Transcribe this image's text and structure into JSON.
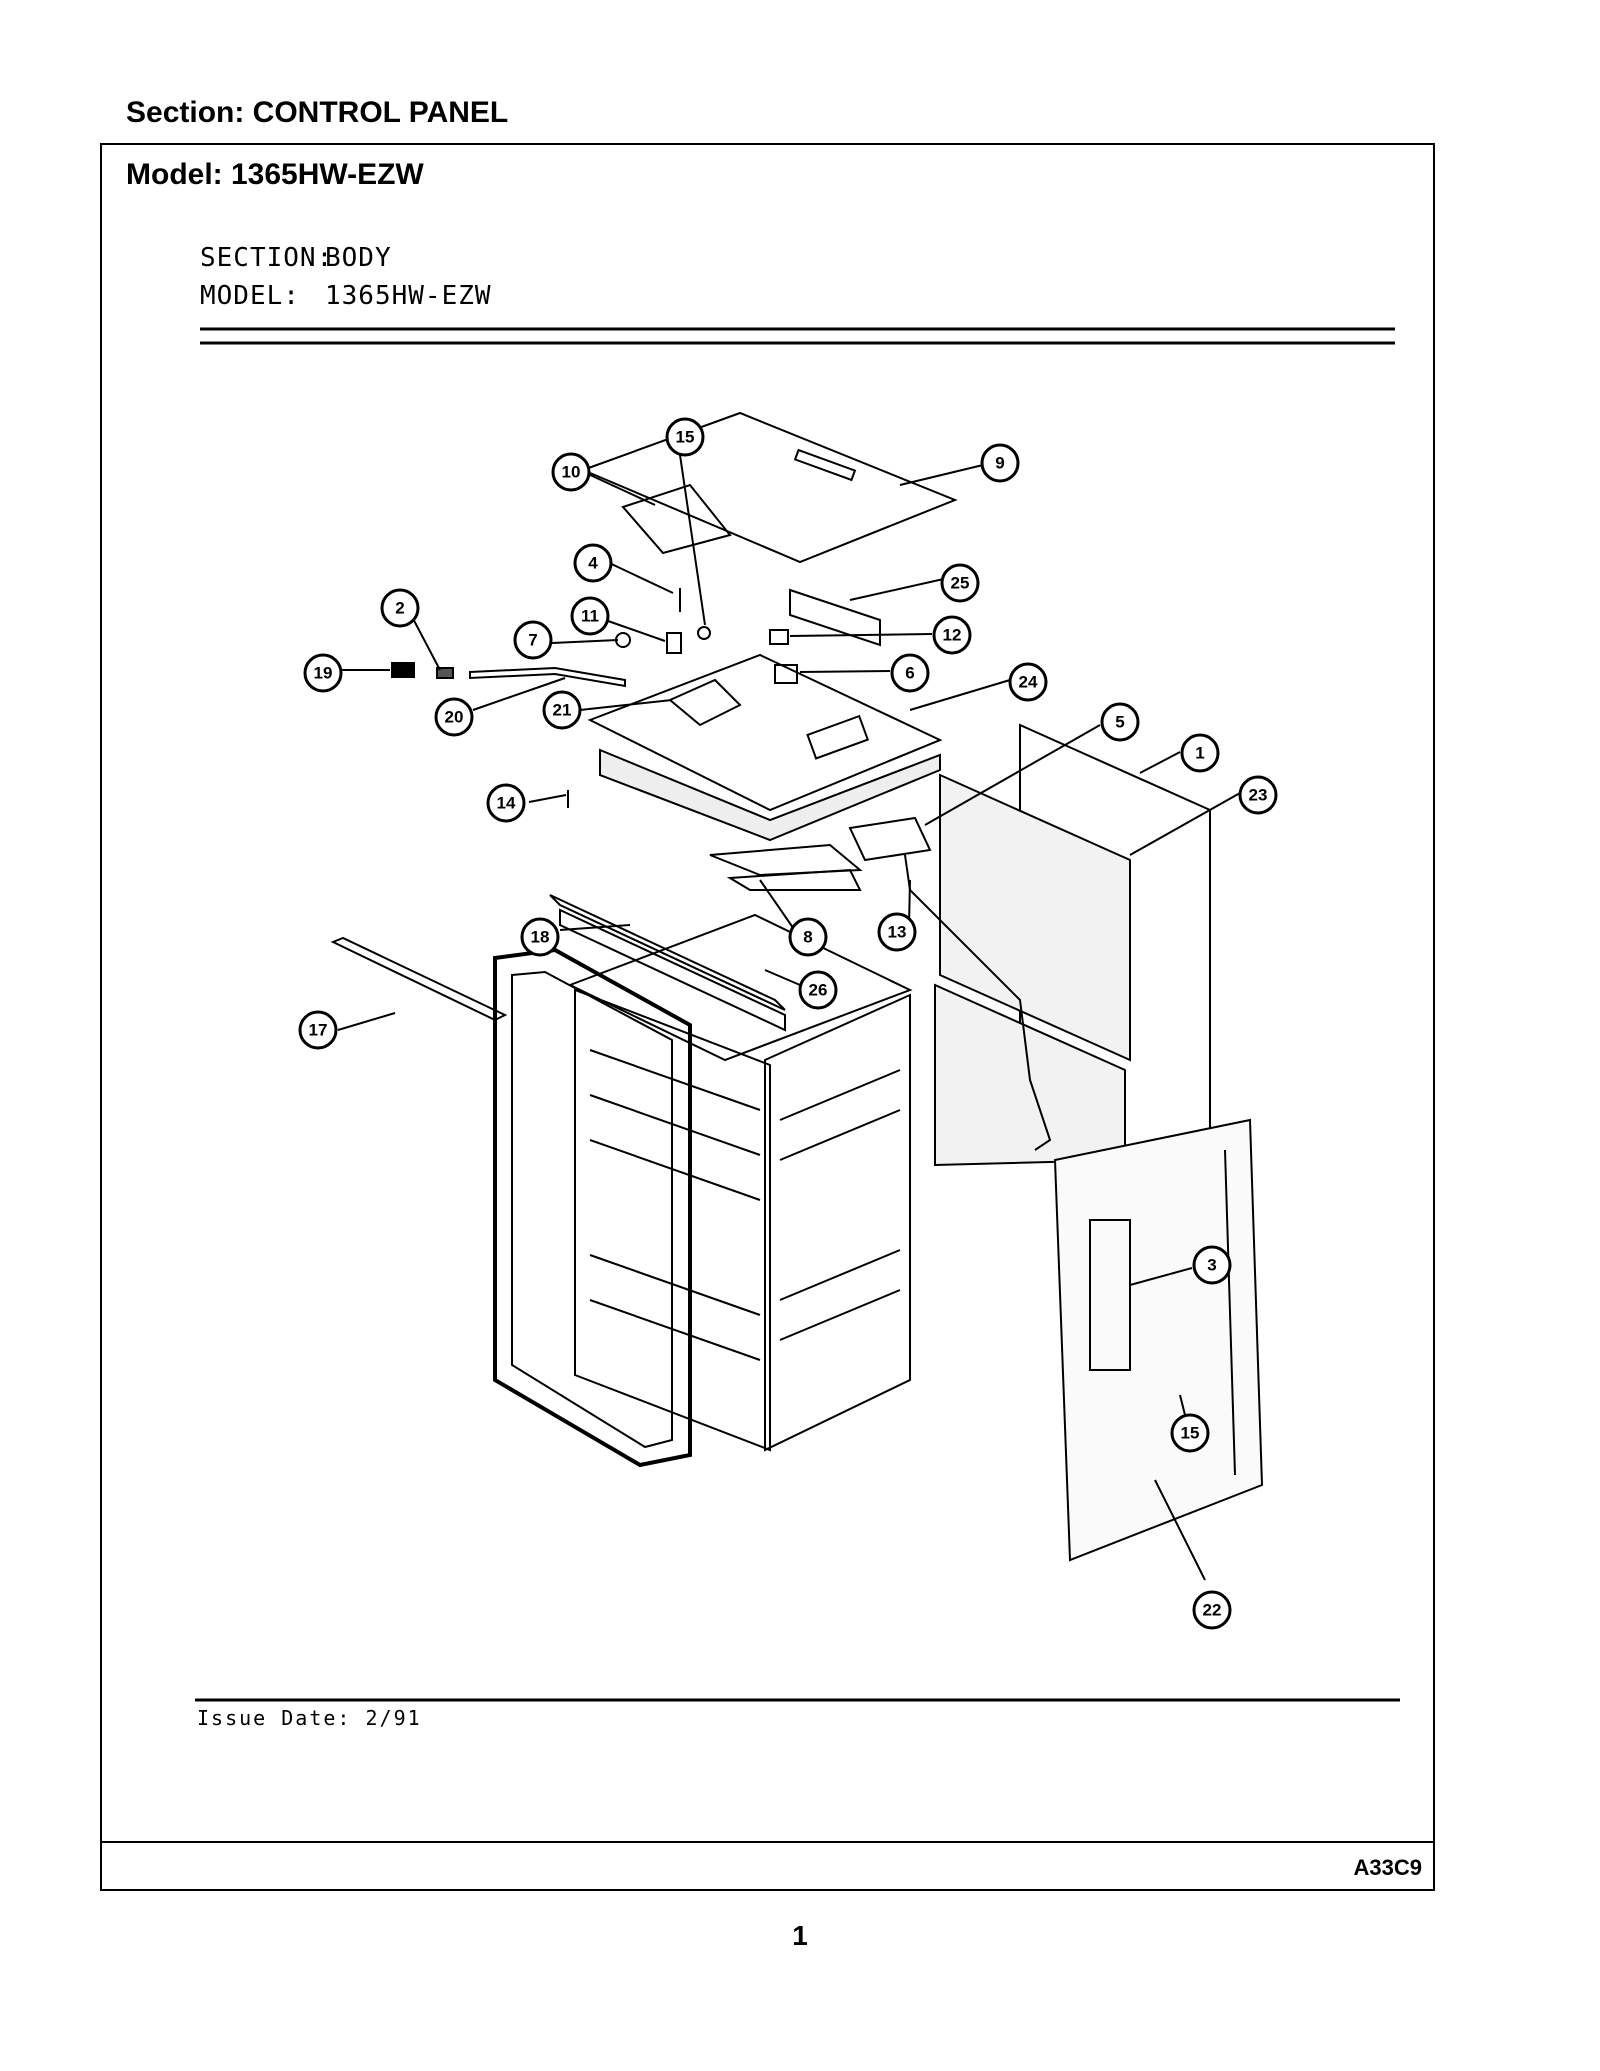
{
  "header": {
    "section": "Section:  CONTROL PANEL",
    "model": "Model:  1365HW-EZW"
  },
  "diagram": {
    "section_label": "SECTION:",
    "section_value": "BODY",
    "model_label": "MODEL:",
    "model_value": "1365HW-EZW",
    "issue_date": "Issue Date: 2/91",
    "callouts": [
      "1",
      "2",
      "3",
      "4",
      "5",
      "6",
      "7",
      "8",
      "9",
      "10",
      "11",
      "12",
      "13",
      "14",
      "15",
      "15",
      "17",
      "18",
      "19",
      "20",
      "21",
      "22",
      "23",
      "24",
      "25",
      "26"
    ]
  },
  "footer": {
    "code": "A33C9",
    "page": "1"
  }
}
